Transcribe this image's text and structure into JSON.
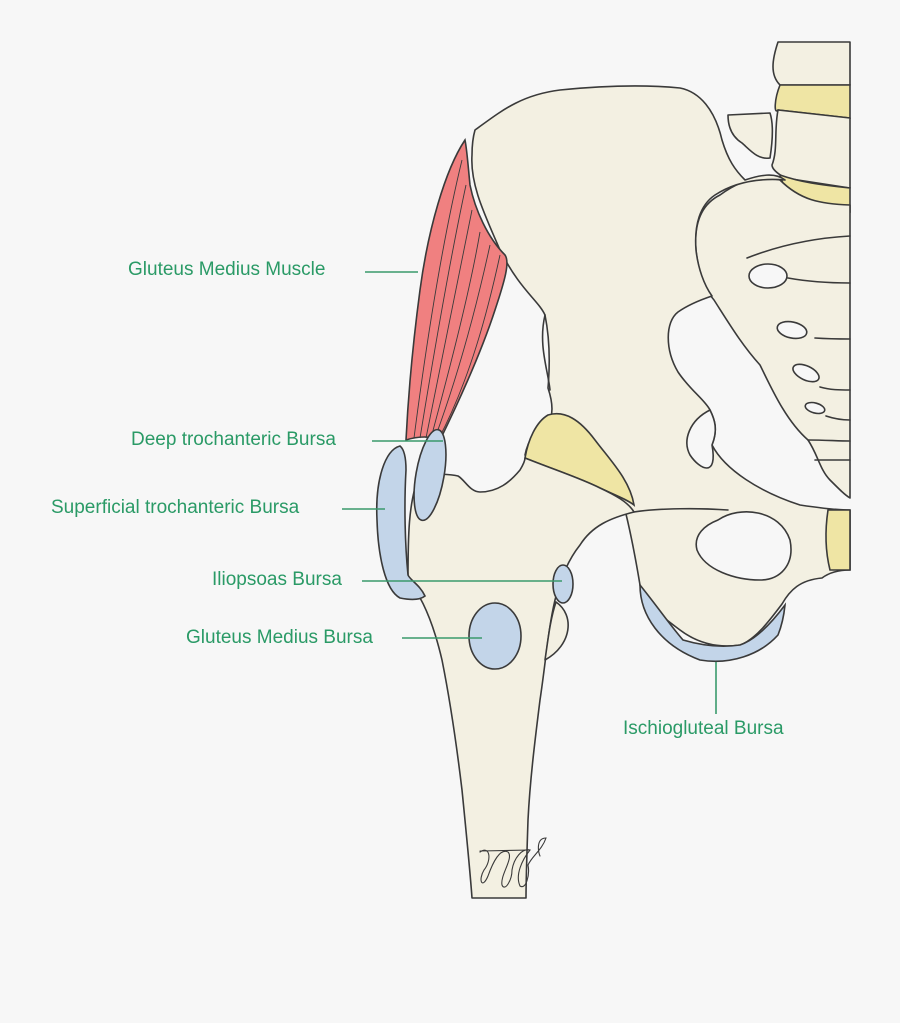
{
  "diagram": {
    "subject": "Hip joint bursae (anterior view of right hip)",
    "colors": {
      "background": "#f7f7f7",
      "bone": "#f3f0e2",
      "cartilage_disc": "#efe5a4",
      "bursa": "#c3d5e9",
      "muscle": "#f08080",
      "label_text": "#2a9a66",
      "leader_line": "#3a9a6c",
      "outline": "#3a3a3a"
    },
    "labels": {
      "gluteus_medius_muscle": "Gluteus Medius Muscle",
      "deep_trochanteric_bursa": "Deep trochanteric Bursa",
      "superficial_trochanteric_bursa": "Superficial trochanteric Bursa",
      "iliopsoas_bursa": "Iliopsoas Bursa",
      "gluteus_medius_bursa": "Gluteus Medius Bursa",
      "ischiogluteal_bursa": "Ischiogluteal Bursa"
    },
    "structures": [
      "ilium",
      "lumbar vertebrae",
      "intervertebral discs",
      "sacrum",
      "pubic symphysis",
      "obturator foramen",
      "femur",
      "greater trochanter",
      "lesser trochanter",
      "acetabular labrum/cartilage"
    ],
    "signature": "artist signature"
  }
}
